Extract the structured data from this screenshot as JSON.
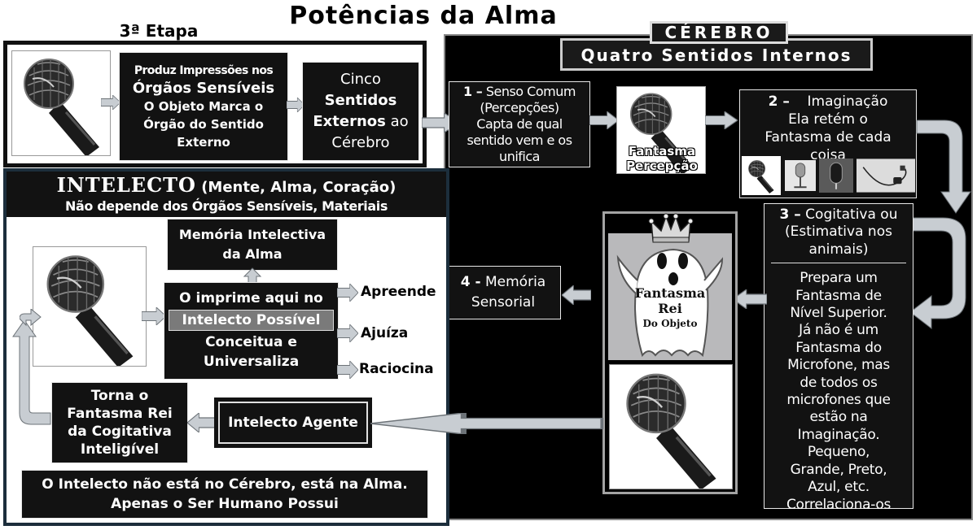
{
  "title": "Potências da Alma",
  "etapa": "3ª Etapa",
  "cerebro": {
    "title": "CÉREBRO",
    "subtitle": "Quatro Sentidos Internos"
  },
  "etapa_box": {
    "impressoes_line1": "Produz Impressões nos",
    "impressoes_line2": "Órgãos Sensíveis",
    "impressoes_line3": "O Objeto Marca o",
    "impressoes_line4": "Órgão do Sentido",
    "impressoes_line5": "Externo",
    "cinco_line1": "Cinco",
    "cinco_line2": "Sentidos",
    "cinco_line3a": "Externos",
    "cinco_line3b": " ao",
    "cinco_line4": "Cérebro"
  },
  "senso": {
    "num": "1 –",
    "line1": " Senso Comum",
    "line2": "(Percepções)",
    "line3": "Capta de qual",
    "line4": "sentido vem e os",
    "line5": "unifica"
  },
  "fantasma_percepcao": {
    "line1": "Fantasma",
    "line2": "Percepção"
  },
  "imaginacao": {
    "num": "2 –",
    "line1": "Imaginação",
    "line2": "Ela retém o",
    "line3": "Fantasma de cada",
    "line4": "coisa"
  },
  "cogitativa": {
    "num": "3 –",
    "line1": " Cogitativa ou",
    "line2": "(Estimativa nos",
    "line3": "animais)",
    "body": [
      "Prepara um",
      "Fantasma de",
      "Nível Superior.",
      "Já não é um",
      "Fantasma do",
      "Microfone, mas",
      "de todos os",
      "microfones que",
      "estão na",
      "Imaginação.",
      "Pequeno,",
      "Grande, Preto,",
      "Azul, etc.",
      "Correlaciona-os"
    ]
  },
  "fantasma_rei": {
    "line1": "Fantasma",
    "line2": "Rei",
    "line3": "Do Objeto"
  },
  "memoria_sensorial": {
    "num": "4 -",
    "line1": " Memória",
    "line2": "Sensorial"
  },
  "intelecto": {
    "title": "INTELECTO",
    "title_paren": " (Mente, Alma, Coração)",
    "subtitle": "Não depende dos Órgãos Sensíveis, Materiais",
    "memoria_line1": "Memória Intelectiva",
    "memoria_line2": "da Alma",
    "imprime_line1": "O imprime aqui no",
    "imprime_highlight": "Intelecto Possível",
    "imprime_line3": "Conceitua e",
    "imprime_line4": "Universaliza",
    "apreende": "Apreende",
    "ajuiza": "Ajuíza",
    "raciocina": "Raciocina",
    "torna_line1": "Torna o",
    "torna_line2": "Fantasma Rei",
    "torna_line3": "da Cogitativa",
    "torna_line4": "Inteligível",
    "agente": "Intelecto Agente",
    "footer_line1": "O Intelecto não está no Cérebro, está na Alma.",
    "footer_line2": "Apenas o Ser Humano Possui"
  },
  "colors": {
    "box_black": "#121212",
    "arrow_gray": "#c8cdd2",
    "ghost_bg": "#b9b9bb",
    "intelecto_border": "#1c2e3c"
  }
}
